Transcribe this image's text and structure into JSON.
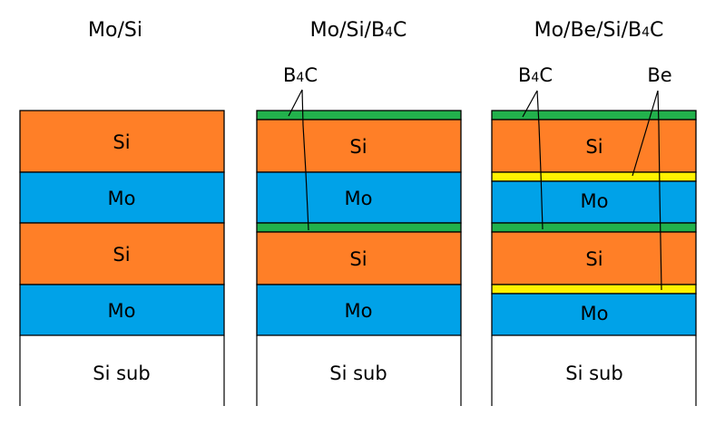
{
  "colors": {
    "si": "#FF7F27",
    "mo": "#00A2E8",
    "b4c": "#22B14C",
    "be": "#FFF200",
    "substrate": "#FFFFFF"
  },
  "stacks": [
    {
      "title": {
        "main": "Mo/Si",
        "sub": "",
        "rest": ""
      },
      "layers": [
        "Si",
        "Mo",
        "Si",
        "Mo",
        "Si sub"
      ]
    },
    {
      "title": {
        "main": "Mo/Si/B",
        "sub": "4",
        "rest": "C"
      },
      "layers": [
        "Si",
        "Mo",
        "Si",
        "Mo",
        "Si sub"
      ],
      "callouts": [
        {
          "main": "B",
          "sub": "4",
          "rest": "C"
        }
      ]
    },
    {
      "title": {
        "main": "Mo/Be/Si/B",
        "sub": "4",
        "rest": "C"
      },
      "layers": [
        "Si",
        "Mo",
        "Si",
        "Mo",
        "Si sub"
      ],
      "callouts": [
        {
          "main": "B",
          "sub": "4",
          "rest": "C"
        },
        {
          "main": "Be",
          "sub": "",
          "rest": ""
        }
      ]
    }
  ]
}
